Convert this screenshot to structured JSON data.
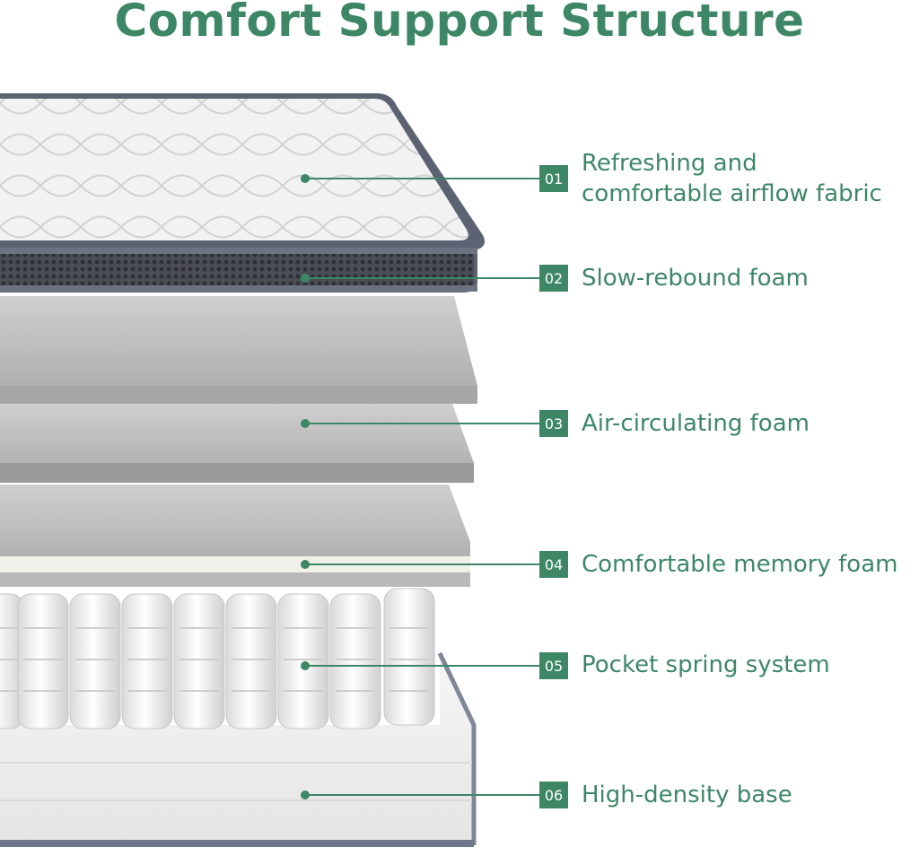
{
  "title": "Comfort Support Structure",
  "accent_color": "#3d8766",
  "layers": [
    {
      "number": "01",
      "lines": [
        "Refreshing and",
        "comfortable airflow fabric"
      ]
    },
    {
      "number": "02",
      "lines": [
        "Slow-rebound foam"
      ]
    },
    {
      "number": "03",
      "lines": [
        "Air-circulating foam"
      ]
    },
    {
      "number": "04",
      "lines": [
        "Comfortable memory foam"
      ]
    },
    {
      "number": "05",
      "lines": [
        "Pocket spring system"
      ]
    },
    {
      "number": "06",
      "lines": [
        "High-density base"
      ]
    }
  ]
}
